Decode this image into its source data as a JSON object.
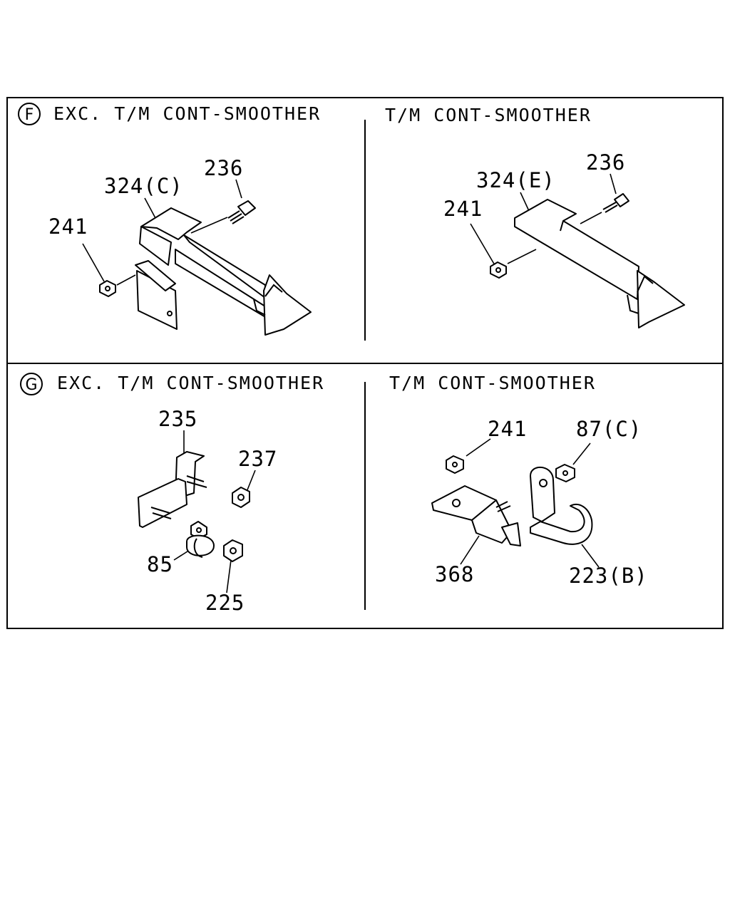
{
  "panels": {
    "f_exc": {
      "marker": "F",
      "title": "EXC. T/M CONT-SMOOTHER",
      "labels": {
        "bracket": "324(C)",
        "bolt": "236",
        "nut": "241"
      }
    },
    "f_tm": {
      "title": "T/M CONT-SMOOTHER",
      "labels": {
        "bracket": "324(E)",
        "bolt": "236",
        "nut": "241"
      }
    },
    "g_exc": {
      "marker": "G",
      "title": "EXC. T/M CONT-SMOOTHER",
      "labels": {
        "bracket": "235",
        "nut_upper": "237",
        "clip": "85",
        "nut_lower": "225"
      }
    },
    "g_tm": {
      "title": "T/M CONT-SMOOTHER",
      "labels": {
        "nut_left": "241",
        "nut_right": "87(C)",
        "bracket": "368",
        "clamp": "223(B)"
      }
    }
  }
}
